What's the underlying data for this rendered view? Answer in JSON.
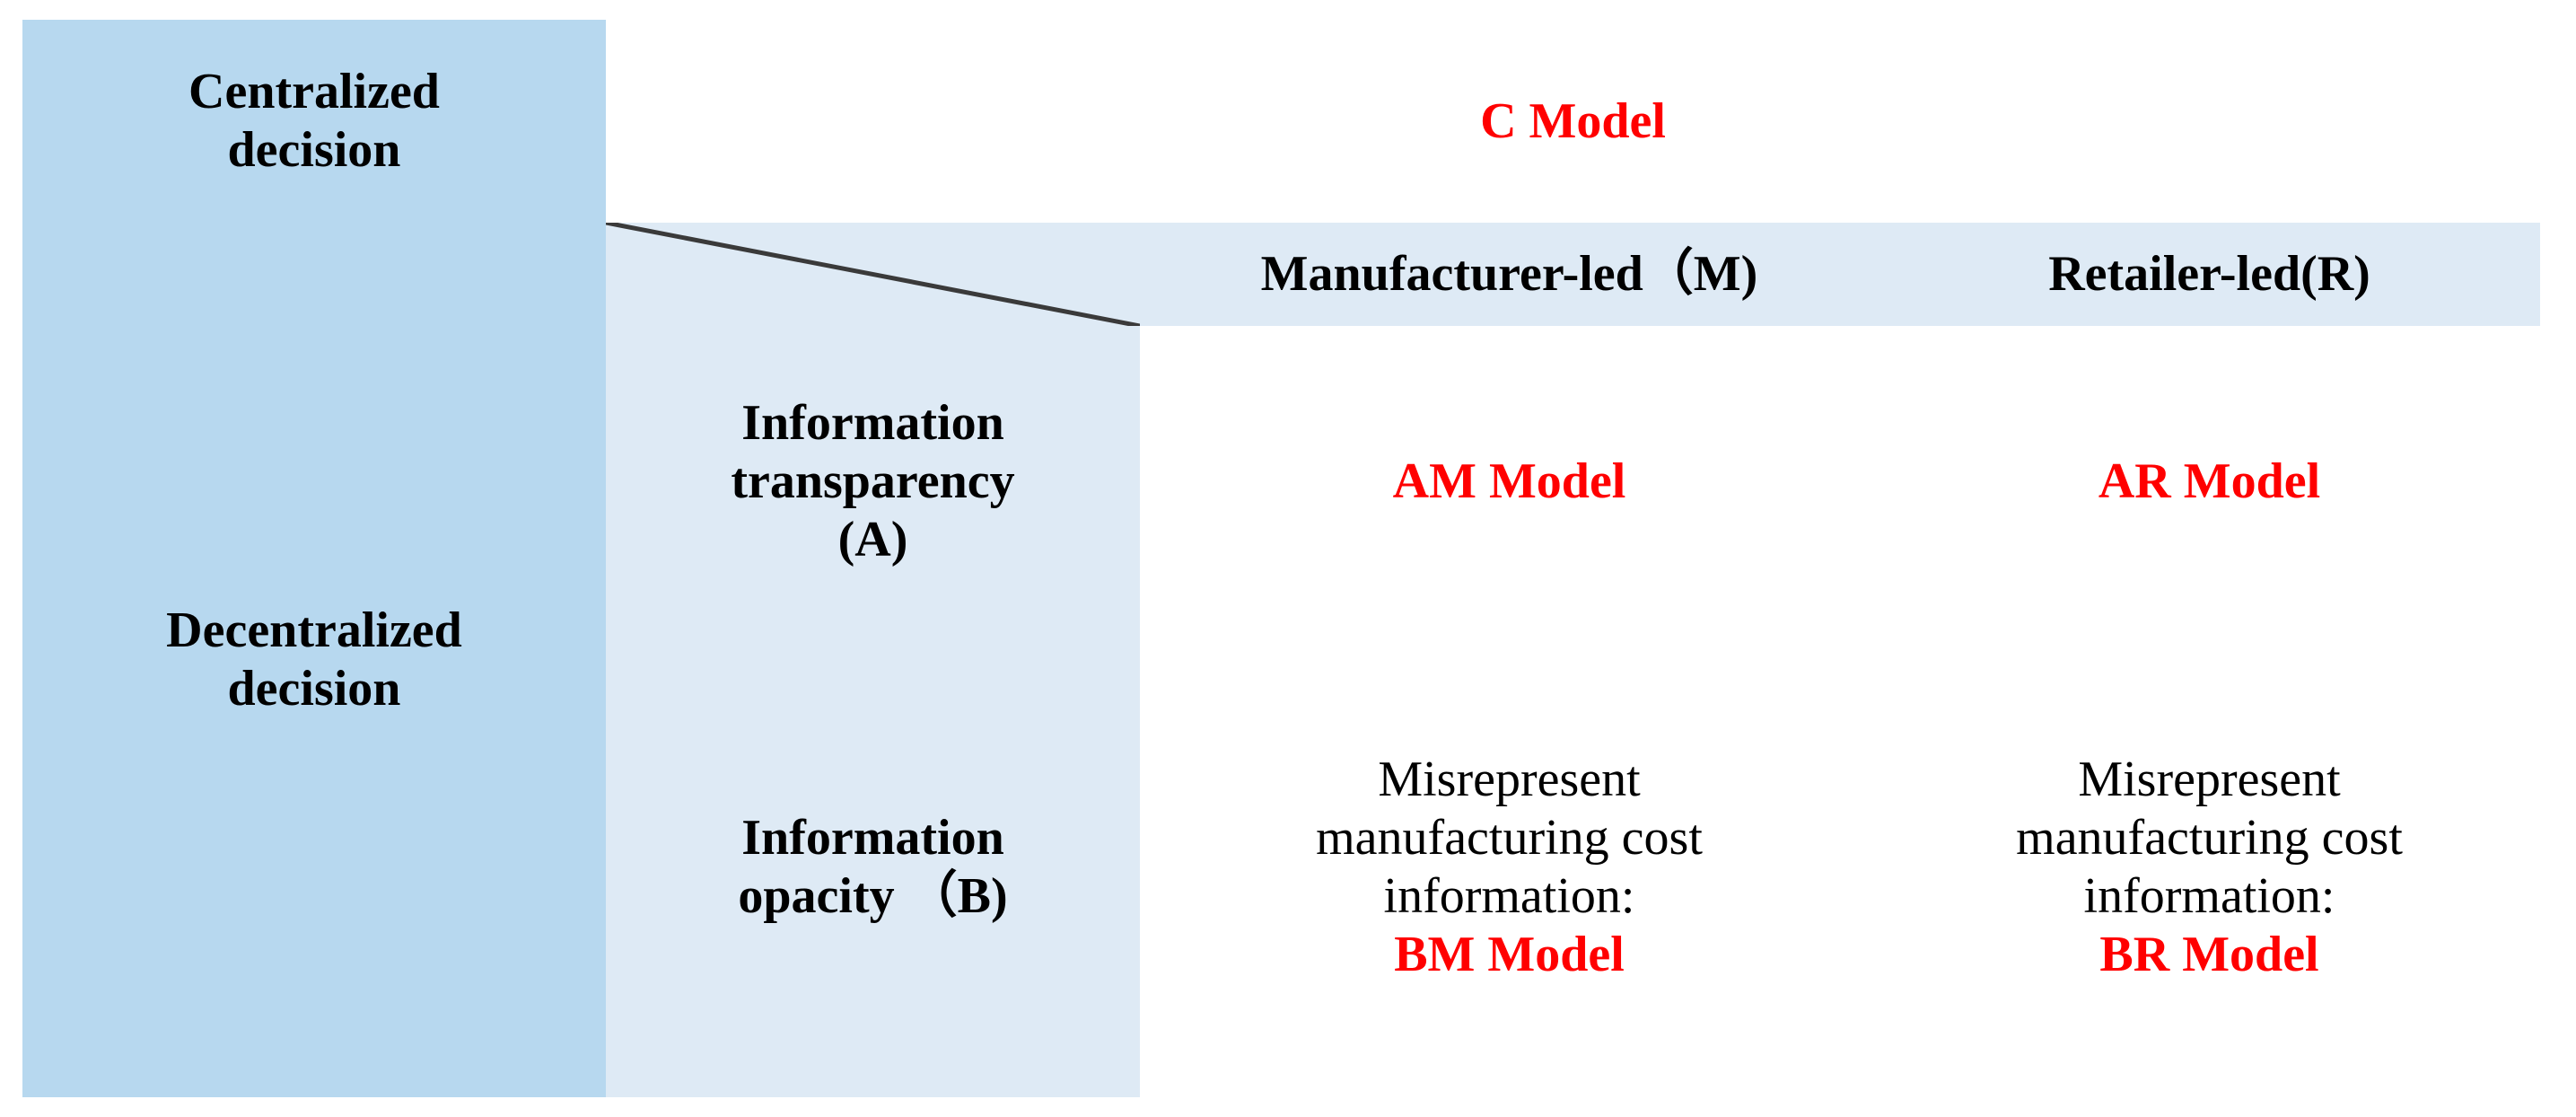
{
  "table": {
    "caption_present": false,
    "columns": {
      "row_label_outer": "",
      "row_label_inner": "",
      "col_m": "Manufacturer-led（M)",
      "col_r": "Retailer-led(R)"
    },
    "rows": [
      {
        "id": "centralized",
        "outer_label": "Centralized\ndecision",
        "outer_label_lines": [
          "Centralized",
          "decision"
        ],
        "spanned_value": "C Model"
      },
      {
        "id": "header",
        "corner": "",
        "col_m": "Manufacturer-led（M)",
        "col_r": "Retailer-led(R)"
      },
      {
        "id": "transparency",
        "outer_label_lines": [
          "Decentralized",
          "decision"
        ],
        "inner_label_lines": [
          "Information",
          "transparency",
          "(A)"
        ],
        "cell_m": {
          "prefix_lines": [],
          "model": "AM Model"
        },
        "cell_r": {
          "prefix_lines": [],
          "model": "AR Model"
        }
      },
      {
        "id": "opacity",
        "inner_label_lines": [
          "Information",
          "opacity （B)"
        ],
        "cell_m": {
          "prefix_lines": [
            "Misrepresent",
            "manufacturing cost",
            "information:"
          ],
          "model": "BM  Model"
        },
        "cell_r": {
          "prefix_lines": [
            "Misrepresent",
            "manufacturing cost",
            "information:"
          ],
          "model": "BR Model"
        }
      }
    ]
  },
  "colors": {
    "fill_deep_blue": "#b7d8ef",
    "fill_light_blue": "#deeaf5",
    "rule": "#3a3a3a",
    "model_red": "#ff0000",
    "text_black": "#000000"
  },
  "text": {
    "centralized_l1": "Centralized",
    "centralized_l2": "decision",
    "decentralized_l1": "Decentralized",
    "decentralized_l2": "decision",
    "c_model": "C Model",
    "header_m": "Manufacturer-led（M)",
    "header_r": "Retailer-led(R)",
    "info_transparency_l1": "Information",
    "info_transparency_l2": "transparency",
    "info_transparency_l3": "(A)",
    "info_opacity_l1": "Information",
    "info_opacity_l2": "opacity （B)",
    "am_model": "AM Model",
    "ar_model": "AR Model",
    "misrep_l1": "Misrepresent",
    "misrep_l2": "manufacturing cost",
    "misrep_l3": "information:",
    "bm_model": "BM  Model",
    "br_model": "BR Model"
  }
}
